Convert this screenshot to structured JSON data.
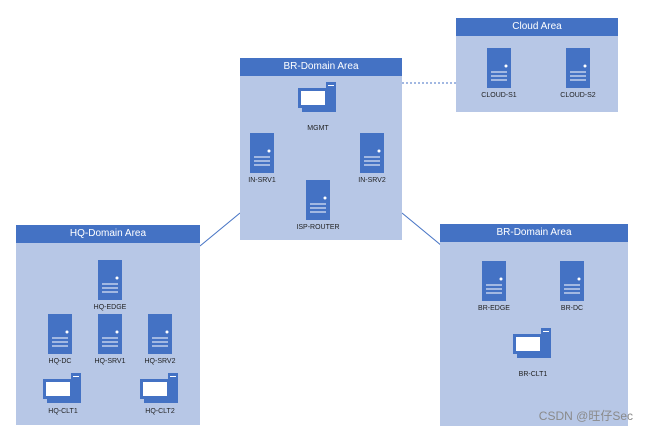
{
  "areas": {
    "cloud": {
      "title": "Cloud Area"
    },
    "br_top": {
      "title": "BR-Domain Area"
    },
    "hq": {
      "title": "HQ-Domain Area"
    },
    "br_right": {
      "title": "BR-Domain Area"
    }
  },
  "nodes": {
    "cloud_s1": {
      "label": "CLOUD-S1",
      "icon": "server-icon"
    },
    "cloud_s2": {
      "label": "CLOUD-S2",
      "icon": "server-icon"
    },
    "mgmt": {
      "label": "MGMT",
      "icon": "workstation-icon"
    },
    "in_srv1": {
      "label": "IN-SRV1",
      "icon": "server-icon"
    },
    "in_srv2": {
      "label": "IN-SRV2",
      "icon": "server-icon"
    },
    "isp_router": {
      "label": "ISP-ROUTER",
      "icon": "server-icon"
    },
    "hq_edge": {
      "label": "HQ-EDGE",
      "icon": "server-icon"
    },
    "hq_dc": {
      "label": "HQ-DC",
      "icon": "server-icon"
    },
    "hq_srv1": {
      "label": "HQ-SRV1",
      "icon": "server-icon"
    },
    "hq_srv2": {
      "label": "HQ-SRV2",
      "icon": "server-icon"
    },
    "hq_clt1": {
      "label": "HQ-CLT1",
      "icon": "workstation-icon"
    },
    "hq_clt2": {
      "label": "HQ-CLT2",
      "icon": "workstation-icon"
    },
    "br_edge": {
      "label": "BR-EDGE",
      "icon": "server-icon"
    },
    "br_dc": {
      "label": "BR-DC",
      "icon": "server-icon"
    },
    "br_clt1": {
      "label": "BR-CLT1",
      "icon": "workstation-icon"
    }
  },
  "watermark": "CSDN @旺仔Sec",
  "colors": {
    "area_fill": "#b7c7e6",
    "header_fill": "#4472c4",
    "icon_fill": "#4472c4",
    "link_color": "#4472c4"
  }
}
